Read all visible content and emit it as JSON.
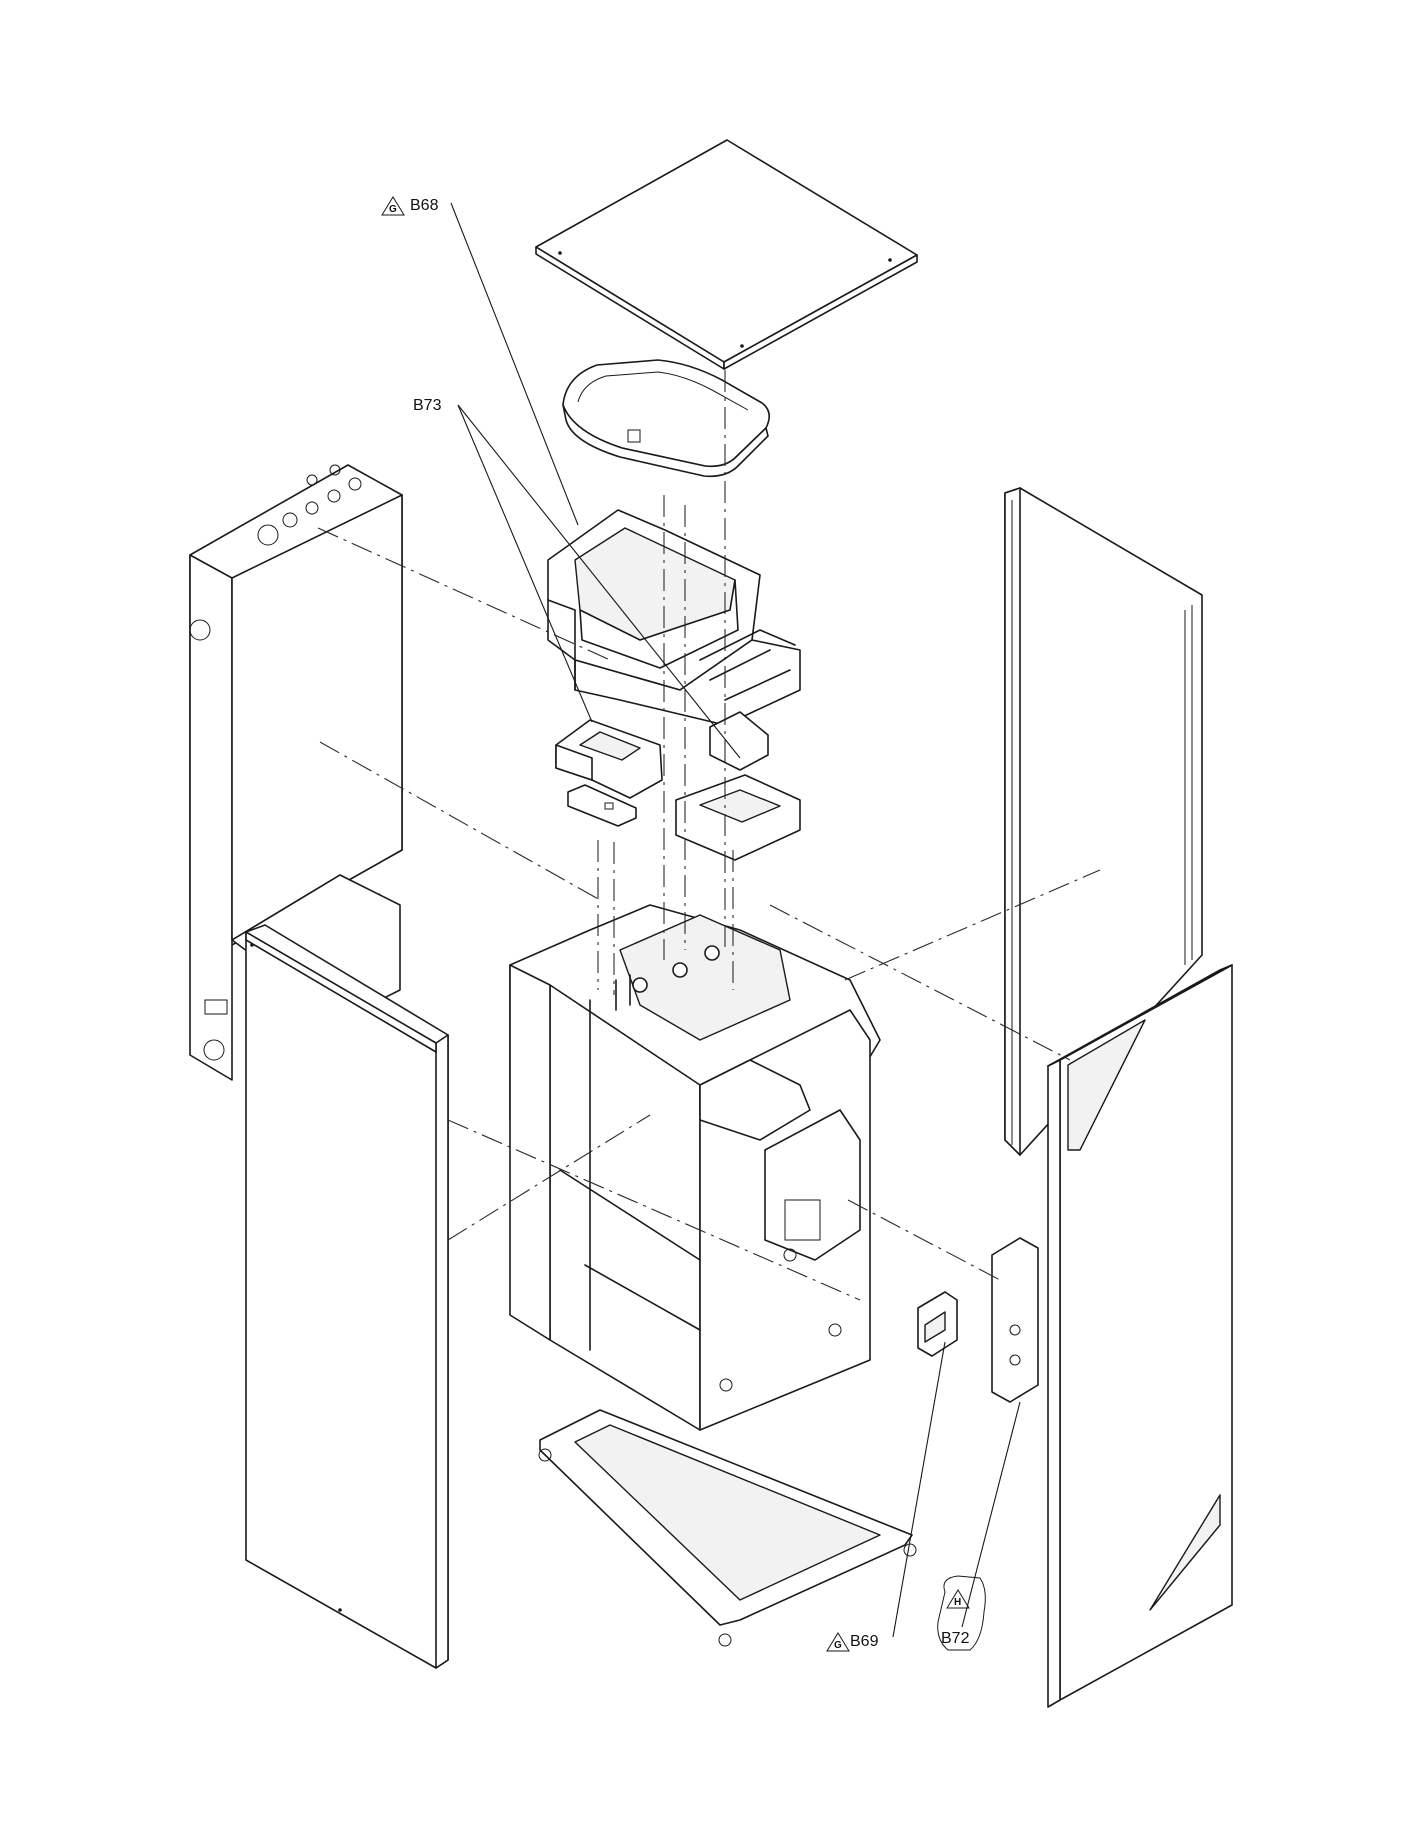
{
  "callouts": {
    "b68": "B68",
    "b73": "B73",
    "b69": "B69",
    "b72": "B72"
  },
  "symbols": {
    "b68_mark": "G",
    "b69_mark": "G",
    "b72_mark": "H"
  }
}
